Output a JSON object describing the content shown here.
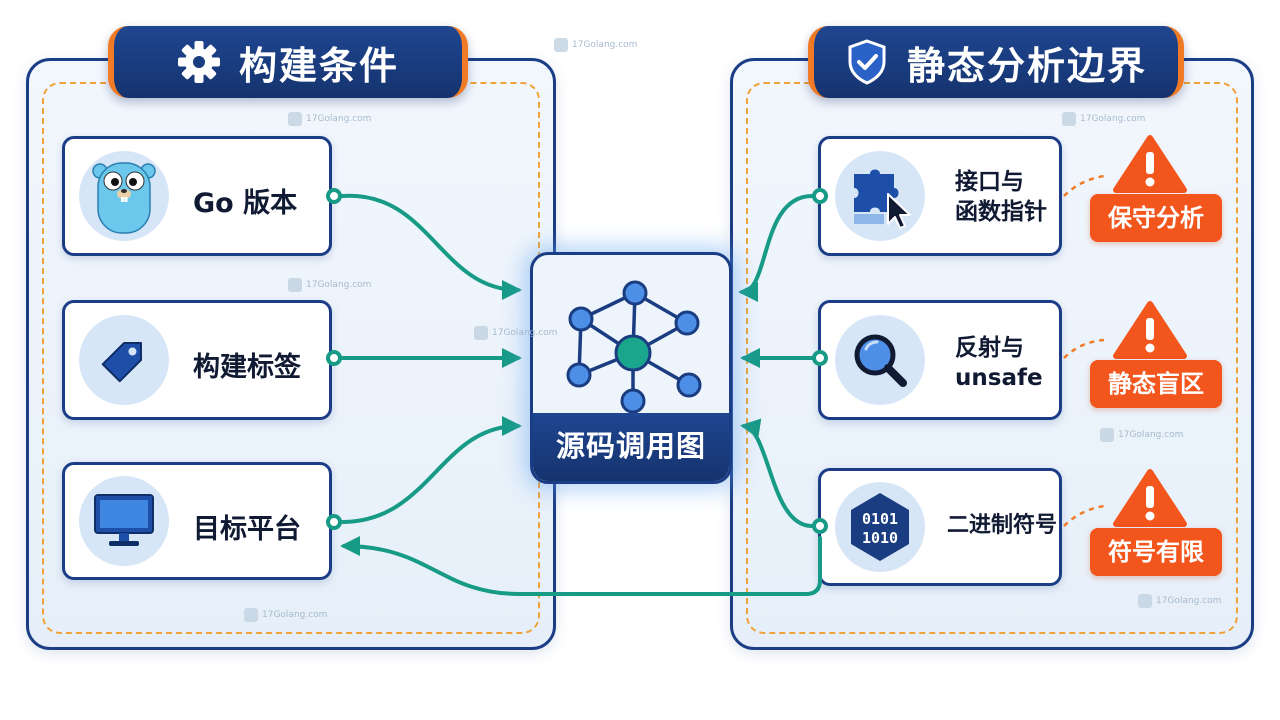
{
  "left_panel": {
    "title": "构建条件",
    "items": [
      {
        "label": "Go 版本",
        "icon": "gopher-icon"
      },
      {
        "label": "构建标签",
        "icon": "tag-icon"
      },
      {
        "label": "目标平台",
        "icon": "monitor-icon"
      }
    ]
  },
  "center": {
    "label": "源码调用图",
    "icon": "graph-network-icon"
  },
  "right_panel": {
    "title": "静态分析边界",
    "items": [
      {
        "label_line1": "接口与",
        "label_line2": "函数指针",
        "icon": "puzzle-cursor-icon",
        "badge": "保守分析"
      },
      {
        "label_line1": "反射与",
        "label_line2": "unsafe",
        "icon": "magnifier-icon",
        "badge": "静态盲区"
      },
      {
        "label_line1": "二进制符号",
        "icon": "binary-hexagon-icon",
        "binary_top": "0101",
        "binary_bottom": "1010",
        "badge": "符号有限"
      }
    ]
  },
  "watermark": "17Golang.com",
  "colors": {
    "navy": "#1b3d86",
    "teal_connector": "#179a86",
    "orange_warning": "#f2561d",
    "dashed_border": "#f0a23a"
  }
}
